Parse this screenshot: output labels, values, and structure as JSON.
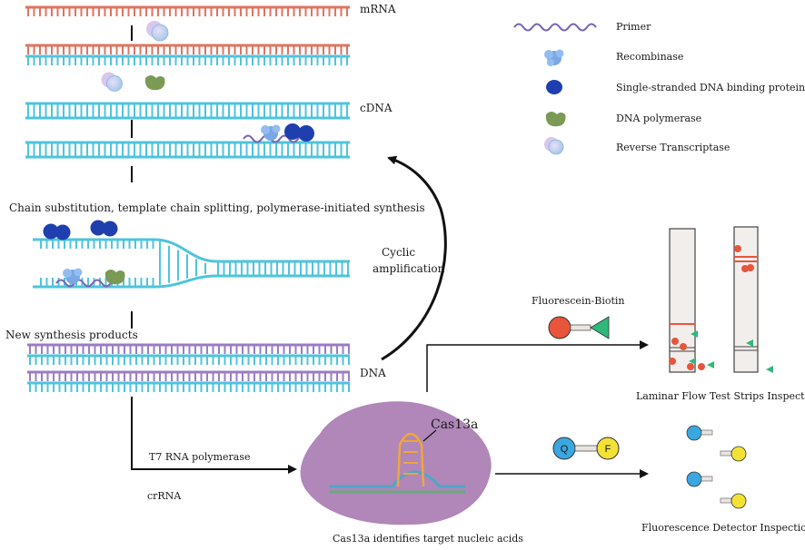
{
  "strands": {
    "mrna": "mRNA",
    "cdna": "cDNA",
    "dna": "DNA"
  },
  "labels": {
    "chain_substitution": "Chain substitution, template chain splitting, polymerase-initiated synthesis",
    "new_products": "New synthesis products",
    "cyclic_line1": "Cyclic",
    "cyclic_line2": "amplification",
    "t7": "T7 RNA polymerase",
    "crrna": "crRNA",
    "cas13a": "Cas13a",
    "cas13a_identifies": "Cas13a identifies target nucleic acids",
    "fluorescein_biotin": "Fluorescein-Biotin",
    "lateral_flow": "Laminar Flow Test Strips Inspection",
    "fluorescence_detector": "Fluorescence Detector Inspection",
    "quencher_letter": "Q",
    "fluor_letter": "F"
  },
  "legend": [
    {
      "icon": "primer",
      "label": "Primer"
    },
    {
      "icon": "recombinase",
      "label": "Recombinase"
    },
    {
      "icon": "ssb-protein",
      "label": "Single-stranded DNA binding protein"
    },
    {
      "icon": "dna-polymerase",
      "label": "DNA polymerase"
    },
    {
      "icon": "reverse-transcriptase",
      "label": "Reverse Transcriptase"
    }
  ],
  "colors": {
    "rna": "#e0735f",
    "dna": "#4ec4dc",
    "product": "#9b7cc4",
    "cas_blob": "#a77ab0",
    "primer": "#7b63b3",
    "recombinase": "#7aa8e6",
    "ssb": "#1f3fae",
    "polymerase": "#7a9a55",
    "rt": "#c8b6e6",
    "fluorescein": "#e8553a",
    "biotin": "#2eb87a",
    "quencher": "#3aa8e0",
    "fluorophore": "#f2e236",
    "strip": "#f2eeec"
  }
}
